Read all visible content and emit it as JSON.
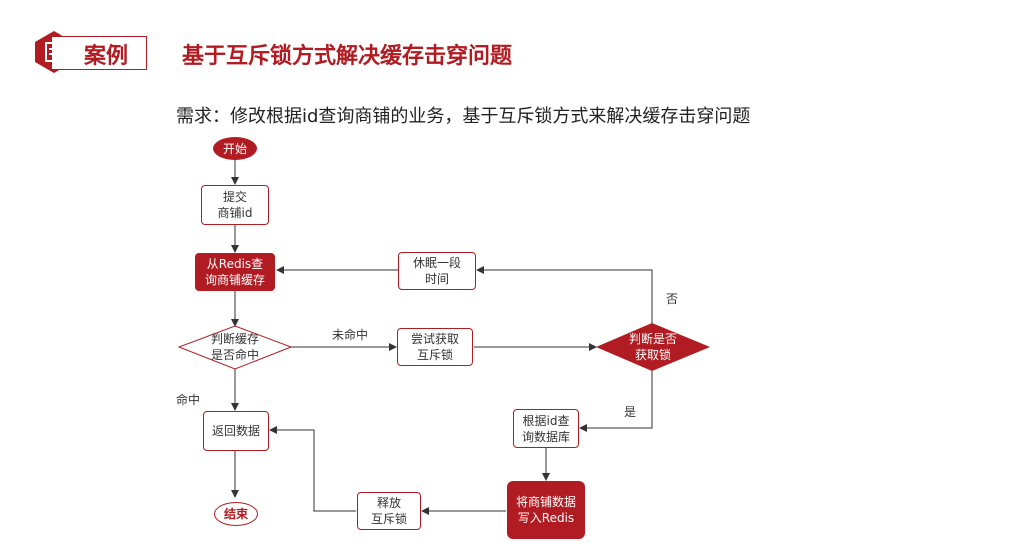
{
  "header": {
    "tag": "案例",
    "title": "基于互斥锁方式解决缓存击穿问题"
  },
  "requirement": "需求：修改根据id查询商铺的业务，基于互斥锁方式来解决缓存击穿问题",
  "nodes": {
    "start": "开始",
    "submit": {
      "line1": "提交",
      "line2": "商铺id"
    },
    "query_redis": {
      "line1": "从Redis查",
      "line2": "询商铺缓存"
    },
    "check_cache": {
      "line1": "判断缓存",
      "line2": "是否命中"
    },
    "try_lock": {
      "line1": "尝试获取",
      "line2": "互斥锁"
    },
    "check_lock": {
      "line1": "判断是否",
      "line2": "获取锁"
    },
    "sleep": {
      "line1": "休眠一段",
      "line2": "时间"
    },
    "query_db": {
      "line1": "根据id查",
      "line2": "询数据库"
    },
    "write_redis": {
      "line1": "将商铺数据",
      "line2": "写入Redis"
    },
    "release": {
      "line1": "释放",
      "line2": "互斥锁"
    },
    "return_data": "返回数据",
    "end": "结束"
  },
  "edge_labels": {
    "miss": "未命中",
    "hit": "命中",
    "no": "否",
    "yes": "是"
  },
  "colors": {
    "brand": "#b11c22"
  }
}
